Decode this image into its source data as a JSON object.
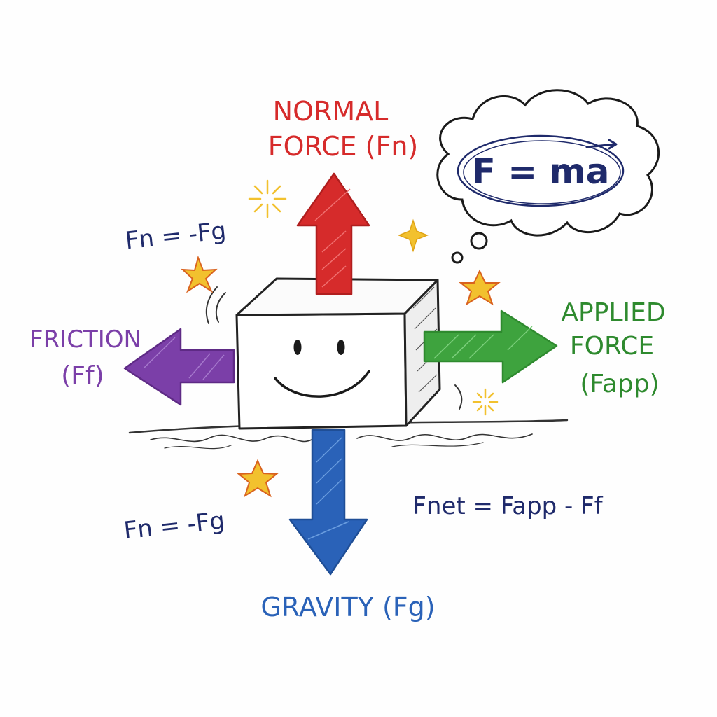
{
  "labels": {
    "normal_line1": "NORMAL",
    "normal_line2": "FORCE (Fn)",
    "friction_line1": "FRICTION",
    "friction_line2": "(Ff)",
    "applied_line1": "APPLIED",
    "applied_line2": "FORCE",
    "applied_line3": "(Fapp)",
    "gravity": "GRAVITY (Fg)"
  },
  "equations": {
    "thought": "F = ma",
    "balance_top": "Fn = -Fg",
    "balance_bottom": "Fn = -Fg",
    "net": "Fnet = Fapp - Ff"
  },
  "colors": {
    "normal": "#d62b2b",
    "friction": "#7b3fa8",
    "applied": "#2e8a2e",
    "gravity": "#2a62b8",
    "ink": "#1f2a6b",
    "block": "#222222",
    "sparkle": "#f2c12e"
  }
}
